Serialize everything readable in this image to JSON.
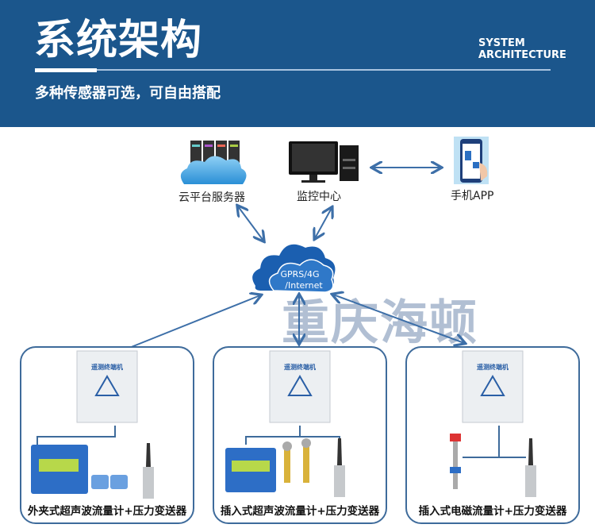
{
  "header": {
    "title": "系统架构",
    "subtitle_en_1": "SYSTEM",
    "subtitle_en_2": "ARCHITECTURE",
    "subtitle": "多种传感器可选，可自由搭配"
  },
  "nodes": {
    "cloud_server": "云平台服务器",
    "monitor_center": "监控中心",
    "mobile_app": "手机APP",
    "network_1": "GPRS/4G",
    "network_2": "/Internet"
  },
  "watermark": "重庆海顿",
  "terminal_label": "遥测终端机",
  "systems": [
    {
      "caption": "外夹式超声波流量计+压力变送器"
    },
    {
      "caption": "插入式超声波流量计+压力变送器"
    },
    {
      "caption": "插入式电磁流量计+压力变送器"
    }
  ],
  "colors": {
    "header": "#1b568c",
    "arrow": "#3d6fa8",
    "border": "#3e6b9b"
  }
}
